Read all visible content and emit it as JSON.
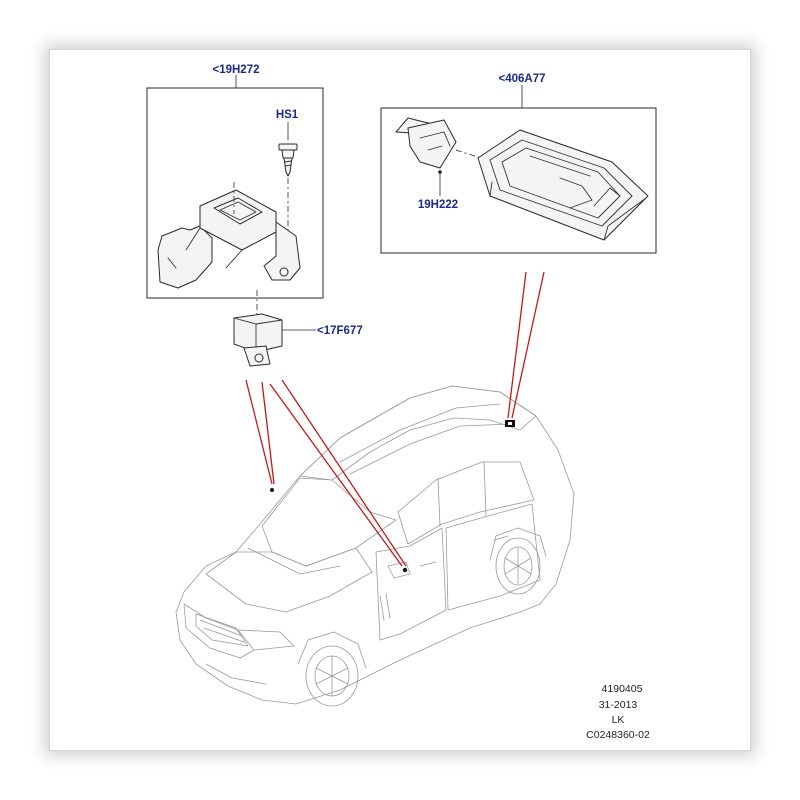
{
  "callouts": {
    "sensor_bracket": "<19H272",
    "screw": "HS1",
    "roof_console": "<406A77",
    "roof_sensor": "19H222",
    "camera": "<17F677"
  },
  "reference": {
    "drawing_number": "4190405",
    "date": "31-2013",
    "code": "LK",
    "illustration_id": "C0248360-02"
  },
  "colors": {
    "callout_text": "#1a2a8a",
    "location_lines": "#c41818",
    "line_art": "#333333"
  }
}
